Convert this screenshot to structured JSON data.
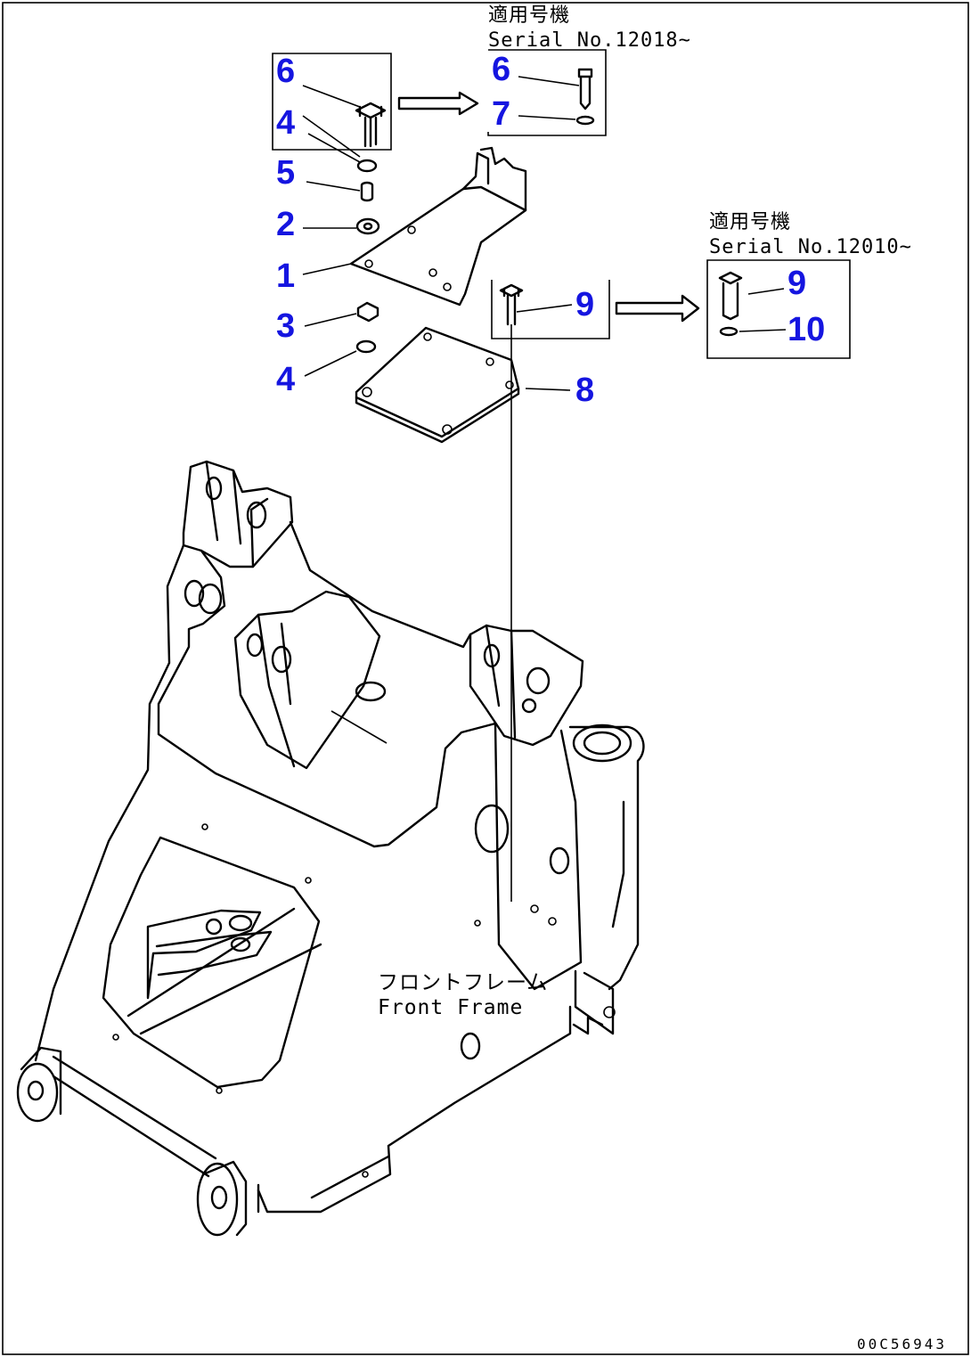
{
  "callouts": {
    "c6a": "6",
    "c4a": "4",
    "c5": "5",
    "c2": "2",
    "c1": "1",
    "c3": "3",
    "c4b": "4",
    "c6b": "6",
    "c7": "7",
    "c9a": "9",
    "c8": "8",
    "c9b": "9",
    "c10": "10"
  },
  "notes": {
    "top_applicable": "適用号機",
    "top_serial": "Serial No.12018~",
    "right_applicable": "適用号機",
    "right_serial": "Serial No.12010~"
  },
  "frame_label": {
    "jp": "フロントフレーム",
    "en": "Front Frame"
  },
  "drawing_code": "00C56943",
  "colors": {
    "callout": "#1515e0",
    "line": "#000000",
    "background": "#ffffff"
  }
}
